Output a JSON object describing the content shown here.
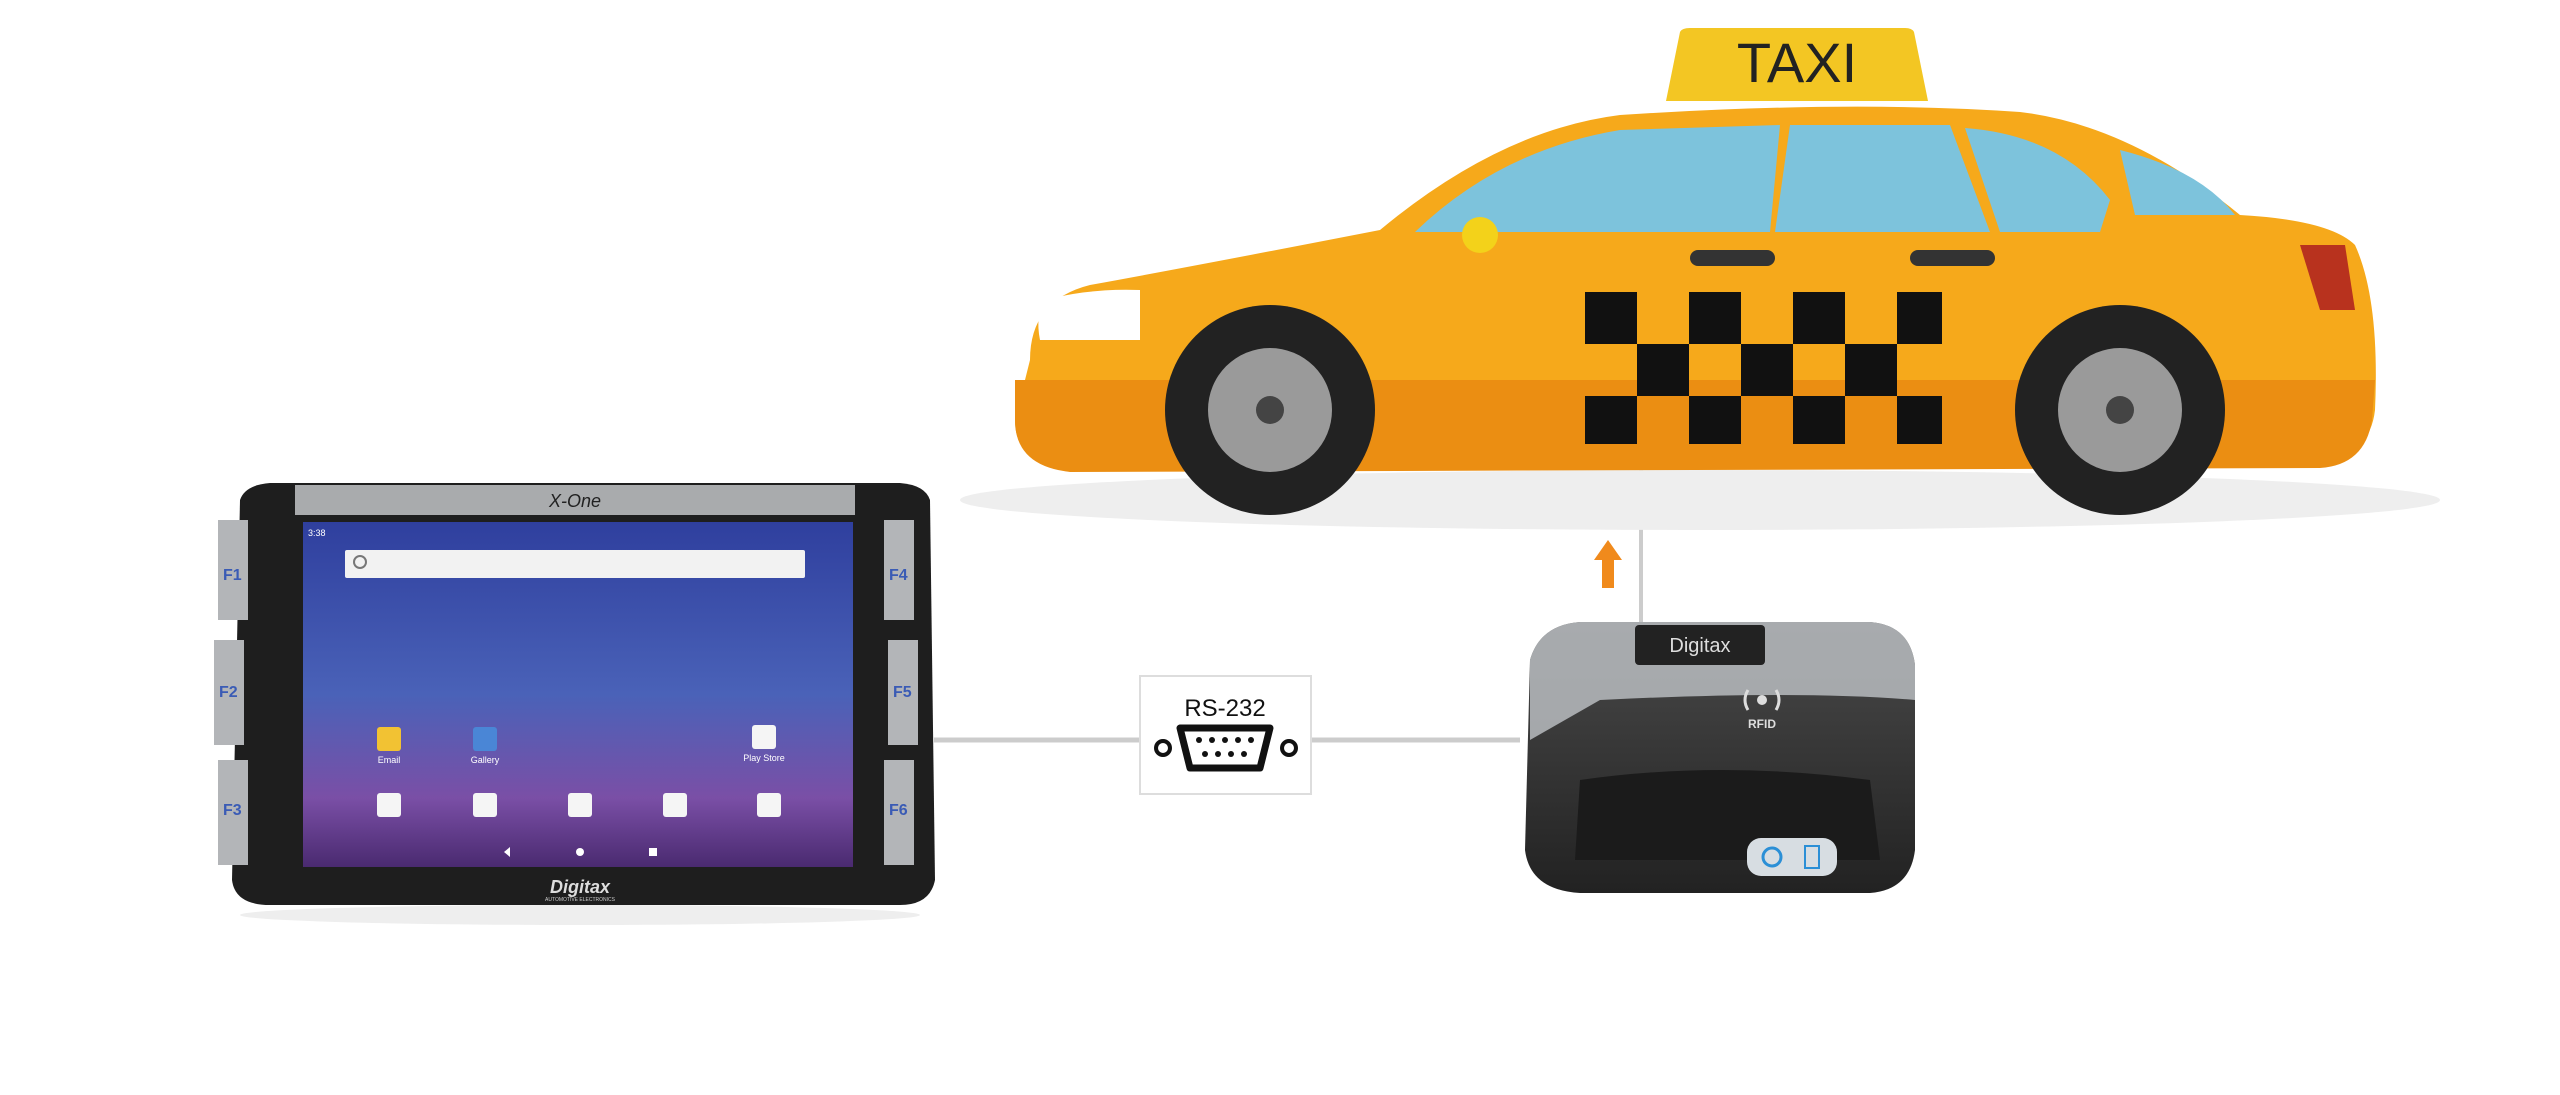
{
  "taxi": {
    "sign_text": "TAXI",
    "body_color": "#f6a91b",
    "sign_color": "#f3c623",
    "window_color": "#7dc3dc"
  },
  "connector": {
    "label": "RS-232"
  },
  "tablet": {
    "brand_top": "X-One",
    "brand_bottom": "Digitax",
    "brand_tagline": "AUTOMOTIVE ELECTRONICS",
    "status_time": "3:38",
    "function_keys": [
      "F1",
      "F2",
      "F3",
      "F4",
      "F5",
      "F6"
    ],
    "apps_row1": [
      "Email",
      "Gallery",
      "Play Store"
    ]
  },
  "printer": {
    "rfid_label": "RFID",
    "brand": "Digitax"
  },
  "colors": {
    "arrow": "#f08a1c",
    "line": "#cccccc"
  }
}
